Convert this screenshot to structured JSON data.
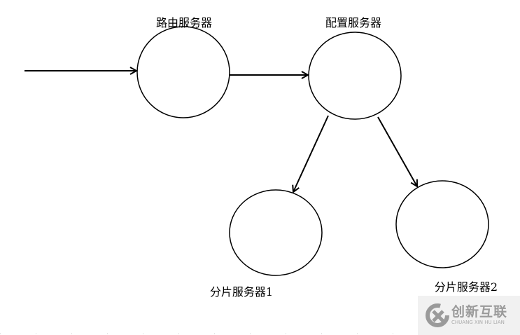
{
  "nodes": {
    "router": "路由服务器",
    "config": "配置服务器",
    "shard1": "分片服务器1",
    "shard2": "分片服务器2"
  },
  "watermark": {
    "main": "创新互联",
    "sub": "CHUANG XIN HU LIAN"
  }
}
